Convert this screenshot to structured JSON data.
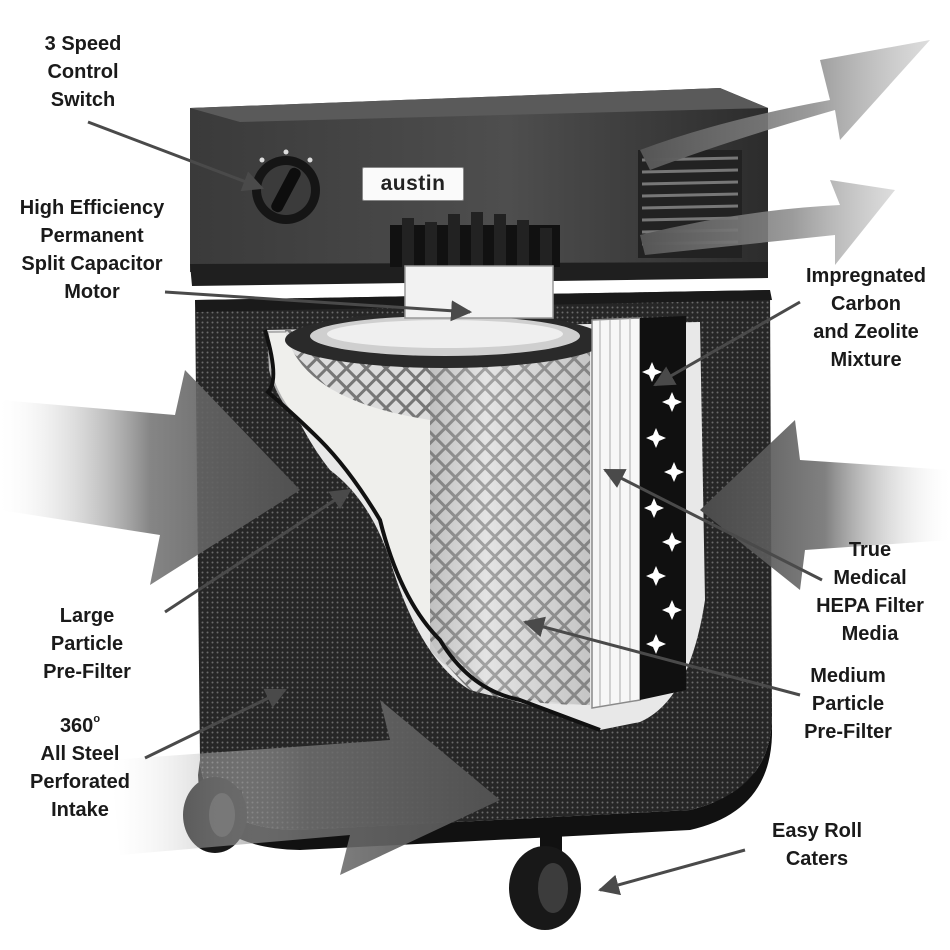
{
  "brand_label": "austin",
  "callouts": {
    "speed_switch": [
      "3 Speed",
      "Control",
      "Switch"
    ],
    "motor": [
      "High Efficiency",
      "Permanent",
      "Split Capacitor",
      "Motor"
    ],
    "carbon": [
      "Impregnated",
      "Carbon",
      "and Zeolite",
      "Mixture"
    ],
    "hepa": [
      "True",
      "Medical",
      "HEPA Filter",
      "Media"
    ],
    "medium_prefilter": [
      "Medium",
      "Particle",
      "Pre-Filter"
    ],
    "large_prefilter": [
      "Large",
      "Particle",
      "Pre-Filter"
    ],
    "intake": [
      "360",
      "All Steel",
      "Perforated",
      "Intake"
    ],
    "intake_degree_mark": "o",
    "casters": [
      "Easy Roll",
      "Caters"
    ]
  },
  "colors": {
    "background": "#ffffff",
    "text": "#1a1a1a",
    "airflow_arrow": "#5a5a5a",
    "leader_arrow": "#4a4a4a",
    "housing": "#2e2e2e"
  }
}
